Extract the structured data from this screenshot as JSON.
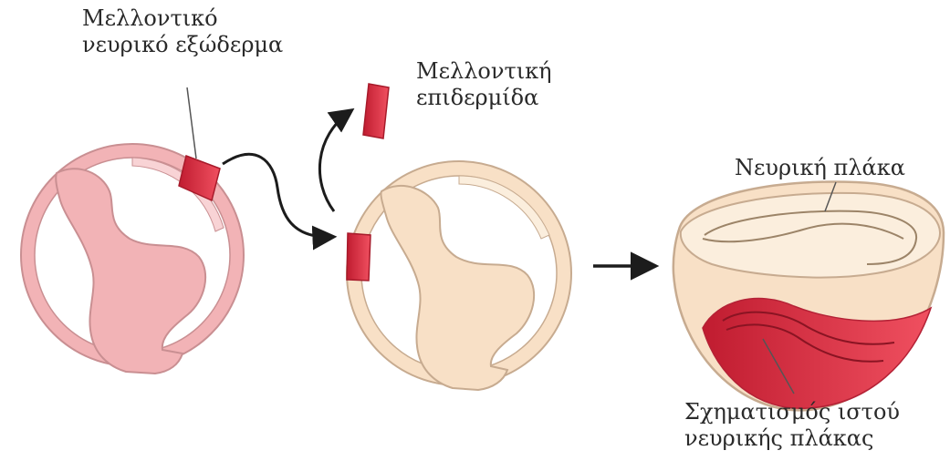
{
  "labels": {
    "future_neural_ectoderm": {
      "line1": "Μελλοντικό",
      "line2": "νευρικό εξώδερμα"
    },
    "future_epidermis": {
      "line1": "Μελλοντική",
      "line2": "επιδερμίδα"
    },
    "neural_plate": "Νευρική πλάκα",
    "neural_plate_tissue_formation": {
      "line1": "Σχηματισμός ιστού",
      "line2": "νευρικής πλάκας"
    }
  },
  "colors": {
    "donor_embryo": "#f2b3b6",
    "donor_stroke": "#c98f92",
    "host_embryo": "#f8e0c6",
    "host_stroke": "#c7ab90",
    "graft_red": "#e0283c",
    "arrow": "#1c1c1c"
  }
}
